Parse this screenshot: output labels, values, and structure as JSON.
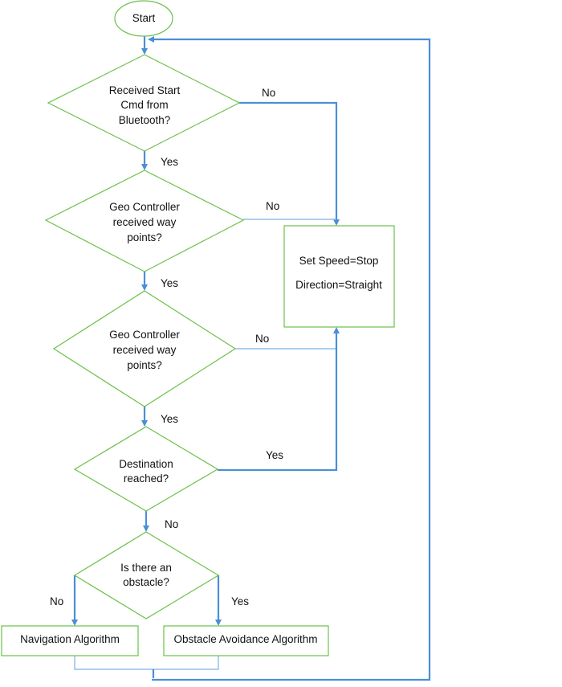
{
  "colors": {
    "shape_stroke": "#6cc04a",
    "arrow": "#4a8fd6",
    "text": "#111111"
  },
  "nodes": {
    "start": {
      "lines": [
        "Start"
      ]
    },
    "d1": {
      "lines": [
        "Received Start",
        "Cmd from",
        "Bluetooth?"
      ]
    },
    "d2": {
      "lines": [
        "Geo Controller",
        "received way",
        "points?"
      ]
    },
    "d3": {
      "lines": [
        "Geo Controller",
        "received way",
        "points?"
      ]
    },
    "d4": {
      "lines": [
        "Destination",
        "reached?"
      ]
    },
    "d5": {
      "lines": [
        "Is there an",
        "obstacle?"
      ]
    },
    "stop_box": {
      "lines": [
        "Set Speed=Stop",
        "Direction=Straight"
      ]
    },
    "nav": {
      "lines": [
        "Navigation Algorithm"
      ]
    },
    "obstacle": {
      "lines": [
        "Obstacle Avoidance Algorithm"
      ]
    }
  },
  "edge_labels": {
    "d1_yes": "Yes",
    "d1_no": "No",
    "d2_yes": "Yes",
    "d2_no": "No",
    "d3_yes": "Yes",
    "d3_no": "No",
    "d4_yes": "Yes",
    "d4_no": "No",
    "d5_no": "No",
    "d5_yes": "Yes"
  }
}
